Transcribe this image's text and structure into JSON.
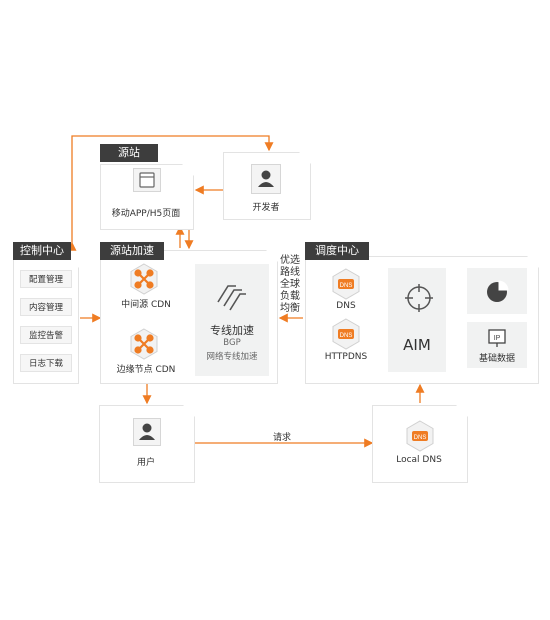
{
  "panels": {
    "source": {
      "tag": "源站",
      "app_label": "移动APP/H5页面"
    },
    "developer": {
      "label": "开发者"
    },
    "control": {
      "tag": "控制中心",
      "items": [
        "配置管理",
        "内容管理",
        "监控告警",
        "日志下载"
      ]
    },
    "accel": {
      "tag": "源站加速",
      "middle_cdn": "中间源 CDN",
      "edge_cdn": "边缘节点 CDN",
      "dedicated": {
        "title": "专线加速",
        "bgp": "BGP",
        "network": "网络专线加速"
      }
    },
    "side_text": "优选路线全球负载均衡",
    "dispatch": {
      "tag": "调度中心",
      "dns": "DNS",
      "httpdns": "HTTPDNS",
      "aim": "AIM",
      "basic_data": "基础数据",
      "ip_badge": "IP"
    },
    "user": {
      "label": "用户"
    },
    "local_dns": {
      "label": "Local DNS"
    },
    "request_label": "请求",
    "dns_badge": "DNS"
  },
  "colors": {
    "accent": "#ef7c23",
    "dark": "#3d3d3d",
    "gray_arrow": "#9e9e9e"
  }
}
